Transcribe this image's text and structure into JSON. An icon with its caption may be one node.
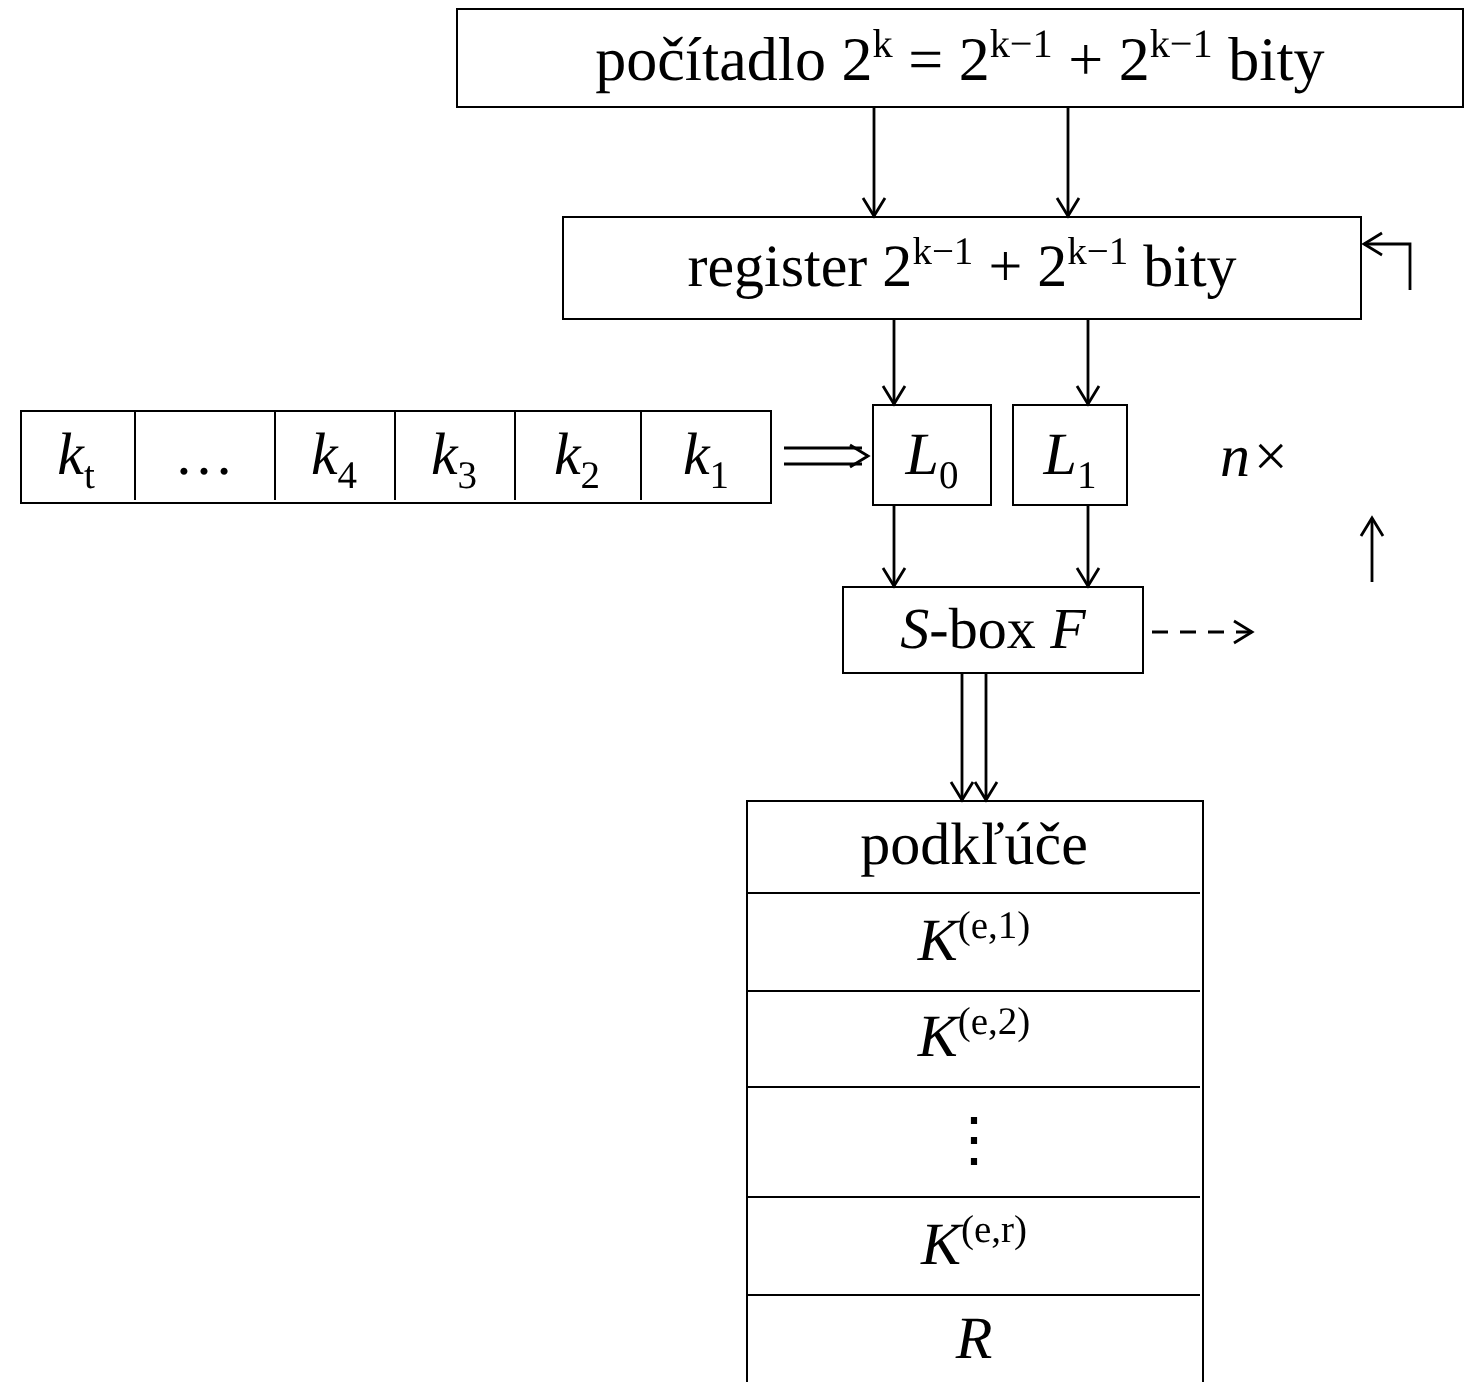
{
  "diagram": {
    "nodes": [
      {
        "text": [
          "počítadlo 2$^{k}$ = 2$^{k−1}$ + 2$^{k−1}$ bity"
        ]
      },
      {
        "text": [
          "register 2$^{k−1}$ + 2$^{k−1}$ bity"
        ]
      },
      {
        "text": [],
        "shape": "box"
      },
      {
        "text": [
          "*k*$_{t}$"
        ],
        "in": 2
      },
      {
        "text": [
          "…"
        ],
        "in": 2
      },
      {
        "text": [
          "*k*$_{4}$"
        ],
        "in": 2
      },
      {
        "text": [
          "*k*$_{3}$"
        ],
        "in": 2
      },
      {
        "text": [
          "*k*$_{2}$"
        ],
        "in": 2
      },
      {
        "text": [
          "*k*$_{1}$"
        ],
        "in": 2
      },
      {
        "text": [
          "*L*$_{0}$"
        ]
      },
      {
        "text": [
          "*L*$_{1}$"
        ]
      },
      {
        "text": [
          "*S*-box *F*"
        ]
      },
      {
        "text": [],
        "shape": "box"
      },
      {
        "text": [
          "podkľúče"
        ],
        "in": 12
      },
      {
        "text": [
          "*K*$^{(e,1)}$"
        ],
        "in": 12
      },
      {
        "text": [
          "*K*$^{(e,2)}$"
        ],
        "in": 12
      },
      {
        "text": [
          "⋮"
        ],
        "in": 12
      },
      {
        "text": [
          "*K*$^{(e,r)}$"
        ],
        "in": 12
      },
      {
        "text": [
          "*R*"
        ],
        "in": 12
      }
    ],
    "edges": [
      {
        "from": 0,
        "to": 1,
        "arrow": "to"
      },
      {
        "from": 0,
        "to": 1,
        "arrow": "to"
      },
      {
        "from": 1,
        "to": 9,
        "arrow": "to"
      },
      {
        "from": 1,
        "to": 10,
        "arrow": "to"
      },
      {
        "from": 2,
        "to": 9,
        "arrow": "to"
      },
      {
        "from": 9,
        "to": 11,
        "arrow": "to"
      },
      {
        "from": 10,
        "to": 11,
        "arrow": "to"
      },
      {
        "from": 11,
        "to": 12,
        "arrow": "to"
      },
      {
        "from": 11,
        "to": null,
        "arrow": "to",
        "style": "dashed"
      },
      {
        "from": null,
        "to": 1,
        "arrow": "to"
      }
    ],
    "labels": [
      "n×"
    ]
  }
}
